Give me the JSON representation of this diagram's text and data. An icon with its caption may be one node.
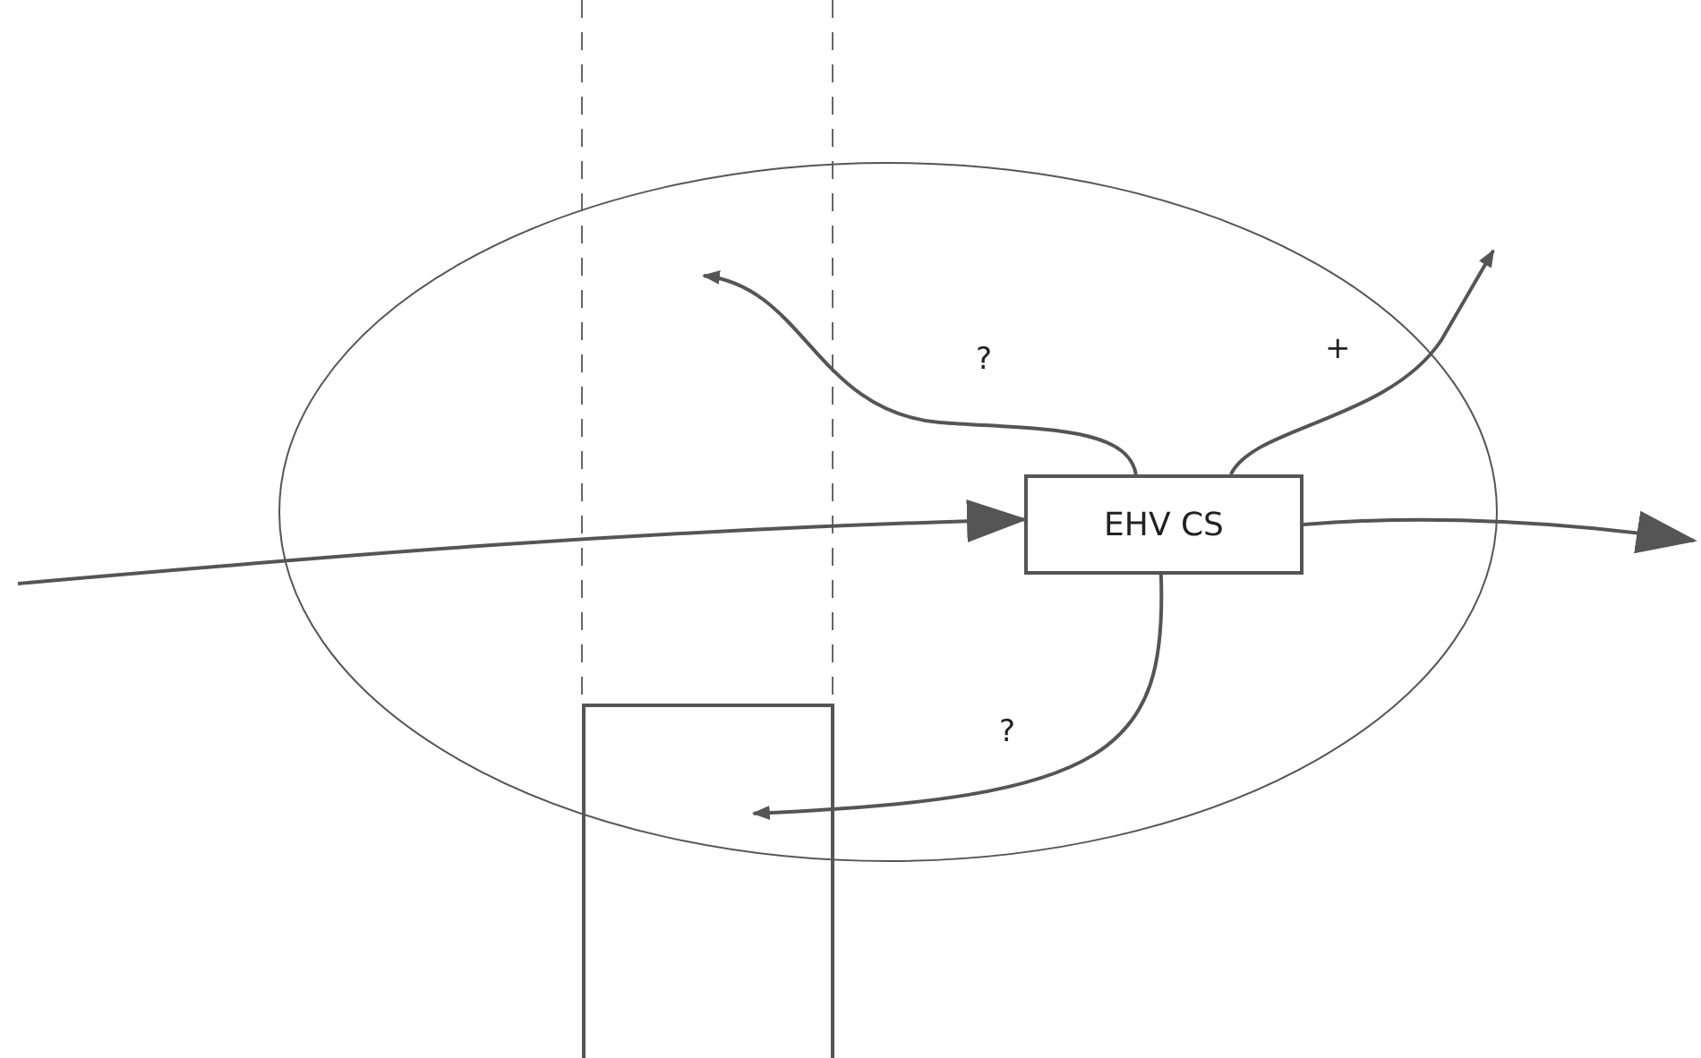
{
  "diagram": {
    "nodes": [
      {
        "text": [],
        "shape": "ellipse"
      },
      {
        "text": [
          "EHV CS"
        ],
        "in": 0
      },
      {
        "text": [],
        "shape": "box"
      }
    ],
    "edges": [
      {
        "from": null,
        "to": 1,
        "arrow": "to"
      },
      {
        "from": 1,
        "to": null,
        "arrow": "to"
      },
      {
        "from": 1,
        "to": null,
        "arrow": "to",
        "label": "?"
      },
      {
        "from": 1,
        "to": null,
        "arrow": "to",
        "label": "+"
      },
      {
        "from": 1,
        "to": 2,
        "arrow": "to",
        "label": "?"
      }
    ]
  }
}
